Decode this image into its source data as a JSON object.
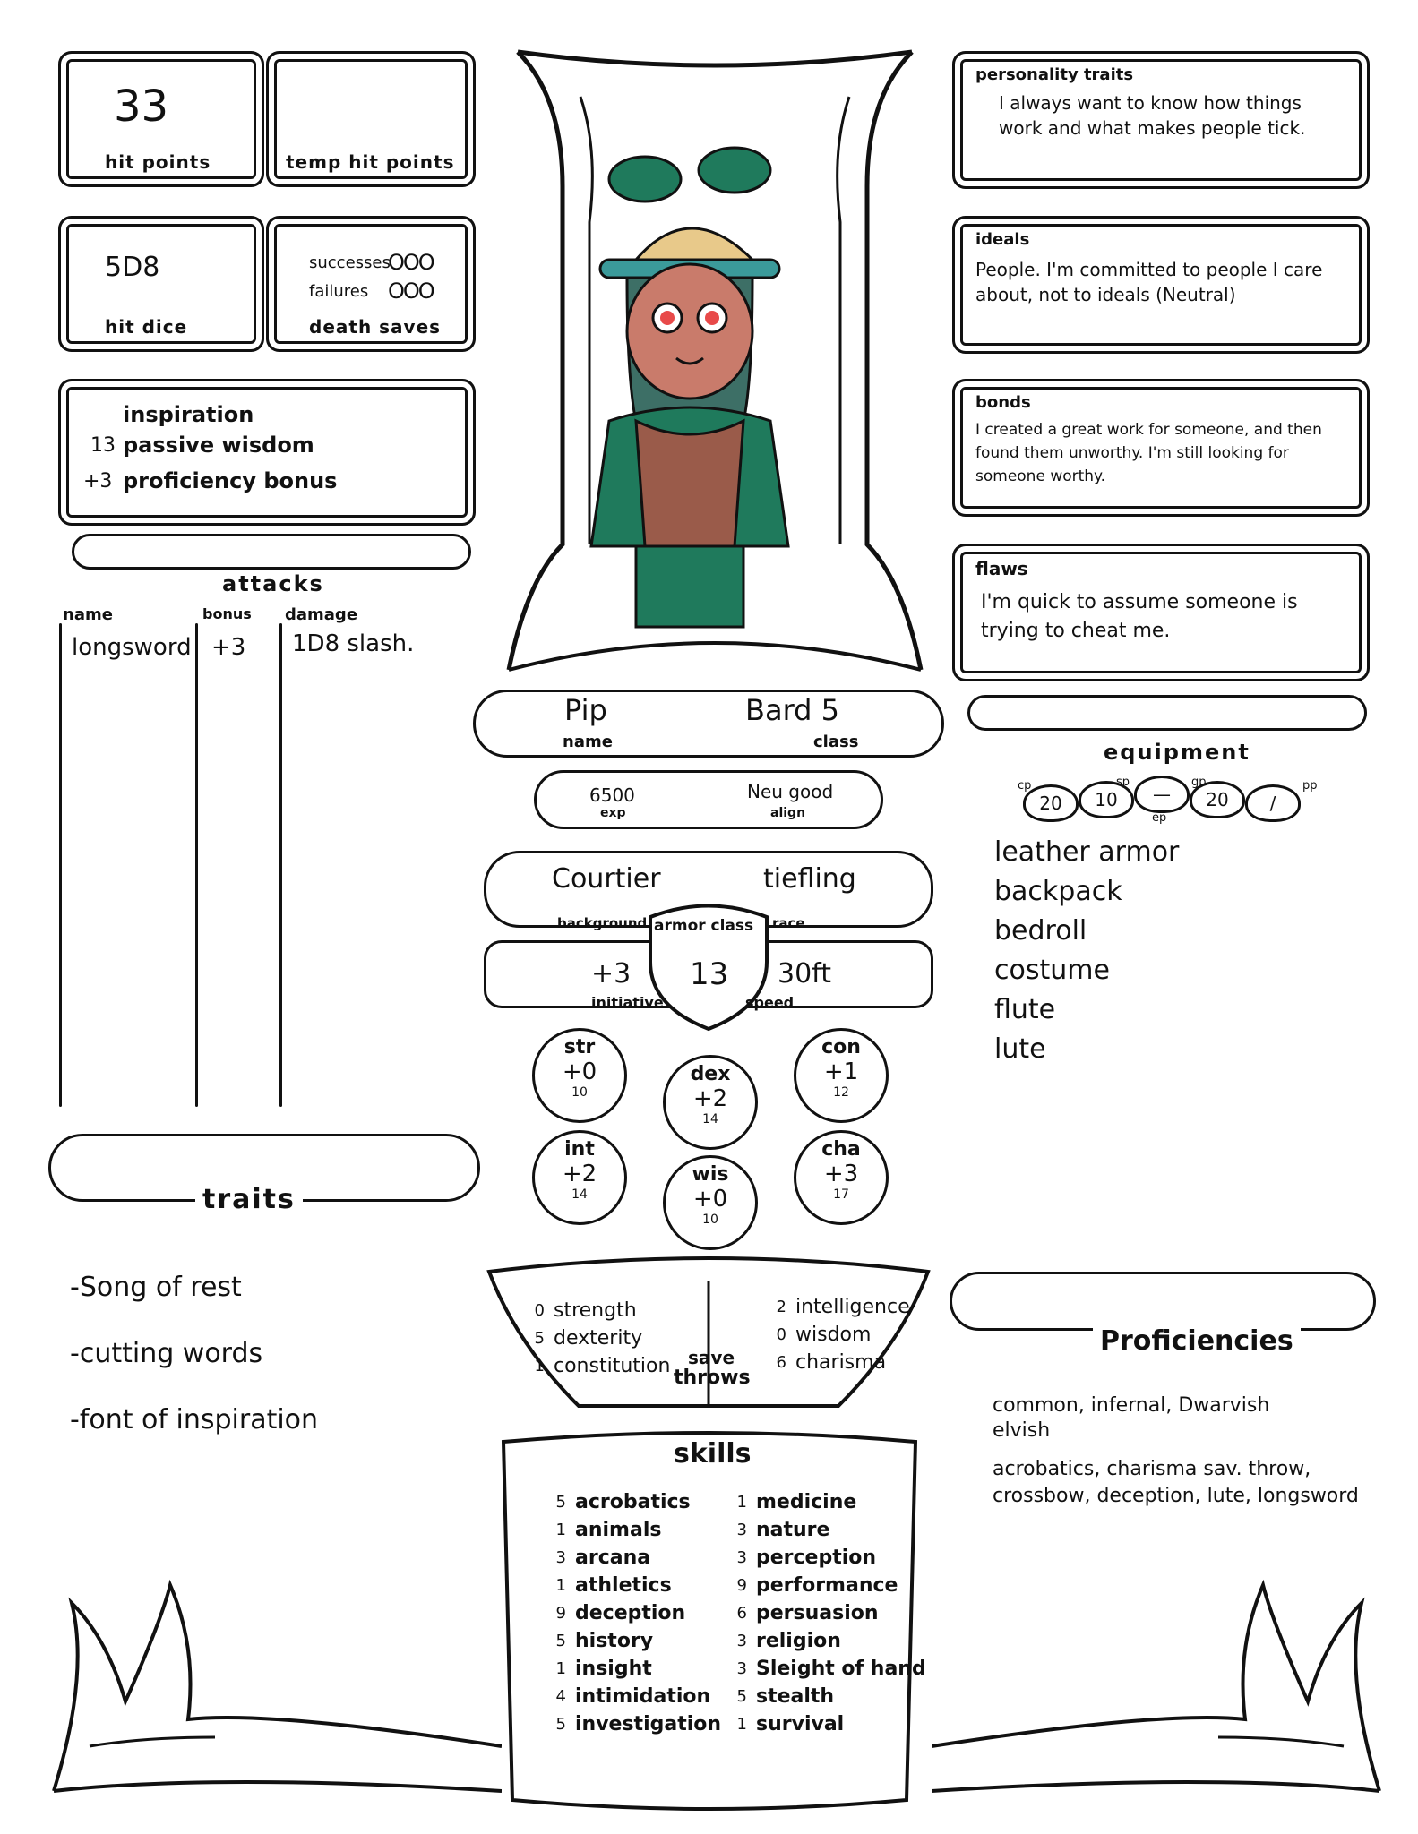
{
  "left_boxes": {
    "hit_points": {
      "value": "33",
      "label": "hit points"
    },
    "temp_hit_points": {
      "value": "",
      "label": "temp hit points"
    },
    "hit_dice": {
      "value": "5D8",
      "label": "hit dice"
    },
    "death_saves": {
      "successes_label": "successes",
      "failures_label": "failures",
      "successes_marks": "OOO",
      "failures_marks": "OOO",
      "label": "death saves"
    },
    "misc": {
      "inspiration": "inspiration",
      "passive_wisdom_value": "13",
      "passive_wisdom_label": "passive wisdom",
      "proficiency_value": "+3",
      "proficiency_label": "proficiency bonus"
    }
  },
  "attacks": {
    "title": "attacks",
    "headers": {
      "name": "name",
      "bonus": "bonus",
      "damage": "damage"
    },
    "rows": [
      {
        "name": "longsword",
        "bonus": "+3",
        "damage": "1D8 slash."
      }
    ]
  },
  "traits": {
    "title": "traits",
    "items": [
      "-Song of rest",
      "-cutting words",
      "-font of inspiration"
    ]
  },
  "center": {
    "name": "Pip",
    "name_label": "name",
    "class": "Bard 5",
    "class_label": "class",
    "exp": "6500",
    "exp_label": "exp",
    "align": "Neu good",
    "align_label": "align",
    "background": "Courtier",
    "background_label": "background",
    "race": "tiefling",
    "race_label": "race",
    "armor_class_label": "armor class",
    "armor_class": "13",
    "initiative": "+3",
    "initiative_label": "initiative",
    "speed": "30ft",
    "speed_label": "speed"
  },
  "stats": [
    {
      "name": "str",
      "mod": "+0",
      "score": "10"
    },
    {
      "name": "dex",
      "mod": "+2",
      "score": "14"
    },
    {
      "name": "con",
      "mod": "+1",
      "score": "12"
    },
    {
      "name": "int",
      "mod": "+2",
      "score": "14"
    },
    {
      "name": "wis",
      "mod": "+0",
      "score": "10"
    },
    {
      "name": "cha",
      "mod": "+3",
      "score": "17"
    }
  ],
  "save_throws": {
    "title_line1": "save",
    "title_line2": "throws",
    "left": [
      {
        "n": "0",
        "s": "strength"
      },
      {
        "n": "5",
        "s": "dexterity"
      },
      {
        "n": "1",
        "s": "constitution"
      }
    ],
    "right": [
      {
        "n": "2",
        "s": "intelligence"
      },
      {
        "n": "0",
        "s": "wisdom"
      },
      {
        "n": "6",
        "s": "charisma"
      }
    ]
  },
  "skills": {
    "title": "skills",
    "left": [
      {
        "n": "5",
        "s": "acrobatics"
      },
      {
        "n": "1",
        "s": "animals"
      },
      {
        "n": "3",
        "s": "arcana"
      },
      {
        "n": "1",
        "s": "athletics"
      },
      {
        "n": "9",
        "s": "deception"
      },
      {
        "n": "5",
        "s": "history"
      },
      {
        "n": "1",
        "s": "insight"
      },
      {
        "n": "4",
        "s": "intimidation"
      },
      {
        "n": "5",
        "s": "investigation"
      }
    ],
    "right": [
      {
        "n": "1",
        "s": "medicine"
      },
      {
        "n": "3",
        "s": "nature"
      },
      {
        "n": "3",
        "s": "perception"
      },
      {
        "n": "9",
        "s": "performance"
      },
      {
        "n": "6",
        "s": "persuasion"
      },
      {
        "n": "3",
        "s": "religion"
      },
      {
        "n": "3",
        "s": "Sleight of hand"
      },
      {
        "n": "5",
        "s": "stealth"
      },
      {
        "n": "1",
        "s": "survival"
      }
    ]
  },
  "right_boxes": {
    "personality": {
      "label": "personality traits",
      "text": "I always want to know how things work and what makes people tick."
    },
    "ideals": {
      "label": "ideals",
      "text": "People. I'm committed to people I care about, not to ideals (Neutral)"
    },
    "bonds": {
      "label": "bonds",
      "text": "I created a great work for someone, and then found them unworthy. I'm still looking for someone worthy."
    },
    "flaws": {
      "label": "flaws",
      "text": "I'm quick to assume someone is trying to cheat me."
    }
  },
  "equipment": {
    "title": "equipment",
    "coins": [
      {
        "label": "cp",
        "value": "20"
      },
      {
        "label": "sp",
        "value": "10"
      },
      {
        "label": "ep",
        "value": "—"
      },
      {
        "label": "gp",
        "value": "20"
      },
      {
        "label": "pp",
        "value": "/"
      }
    ],
    "items": [
      "leather armor",
      "backpack",
      "bedroll",
      "costume",
      "flute",
      "lute"
    ]
  },
  "proficiencies": {
    "title": "Proficiencies",
    "languages": "common, infernal, Dwarvish elvish",
    "other": "acrobatics, charisma sav. throw, crossbow, deception, lute, longsword"
  },
  "colors": {
    "ink": "#111111",
    "teal": "#1f7a5c",
    "skin": "#c97b6b",
    "brown": "#9a5b4a",
    "hat": "#e8c98a",
    "brim": "#3b9a9a"
  }
}
